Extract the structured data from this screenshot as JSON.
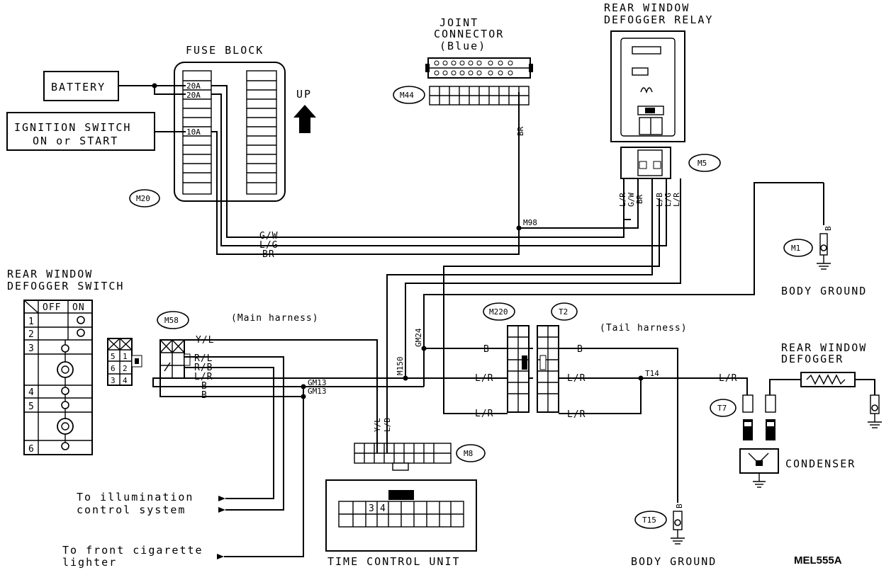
{
  "labels": {
    "battery": "BATTERY",
    "ignition_line1": "IGNITION SWITCH",
    "ignition_line2": "ON or START",
    "fuse_block": "FUSE BLOCK",
    "fuse_20a_1": "20A",
    "fuse_20a_2": "20A",
    "fuse_10a": "10A",
    "up": "UP",
    "joint_line1": "JOINT",
    "joint_line2": "CONNECTOR",
    "joint_line3": "(Blue)",
    "relay_line1": "REAR WINDOW",
    "relay_line2": "DEFOGGER RELAY",
    "switch_line1": "REAR WINDOW",
    "switch_line2": "DEFOGGER SWITCH",
    "main_harness": "(Main harness)",
    "tail_harness": "(Tail harness)",
    "body_ground_1": "BODY GROUND",
    "body_ground_2": "BODY GROUND",
    "rear_defogger_line1": "REAR WINDOW",
    "rear_defogger_line2": "DEFOGGER",
    "condenser": "CONDENSER",
    "to_illum_line1": "To illumination",
    "to_illum_line2": "control system",
    "to_cig_line1": "To front cigarette",
    "to_cig_line2": "lighter",
    "time_control_unit": "TIME CONTROL UNIT",
    "ref_code": "MEL555A"
  },
  "connectors": {
    "m20": "M20",
    "m44": "M44",
    "m5": "M5",
    "m1": "M1",
    "m58": "M58",
    "m220": "M220",
    "t2": "T2",
    "m8": "M8",
    "t7": "T7",
    "t15": "T15",
    "m98": "M98",
    "m150": "M150",
    "gm24": "GM24",
    "gm13a": "GM13",
    "gm13b": "GM13",
    "t14": "T14"
  },
  "wires": {
    "gw": "G/W",
    "lg": "L/G",
    "br": "BR",
    "br_joint": "BR",
    "m5_lr1": "L/R",
    "m5_gw": "G/W",
    "m5_br": "BR",
    "m5_lb": "L/B",
    "m5_lg": "L/G",
    "m5_lr2": "L/R",
    "m1_b": "B",
    "yl": "Y/L",
    "rl": "R/L",
    "rb": "R/B",
    "lr_m58": "L/R",
    "b1": "B",
    "b2": "B",
    "m8_yl": "Y/L",
    "m8_lb": "L/B",
    "b_m220": "B",
    "lr_m220": "L/R",
    "lr_low": "L/R",
    "b_t2": "B",
    "lr_t2": "L/R",
    "lr_t2_low": "L/R",
    "lr_defog": "L/R",
    "t15_b": "B"
  },
  "switch_table": {
    "off": "OFF",
    "on": "ON",
    "rows": [
      "1",
      "2",
      "3",
      "4",
      "5",
      "6"
    ]
  },
  "switch_connector": {
    "pins": [
      "5",
      "1",
      "6",
      "2",
      "3",
      "4"
    ]
  },
  "tcu_pins": [
    "3",
    "4"
  ]
}
